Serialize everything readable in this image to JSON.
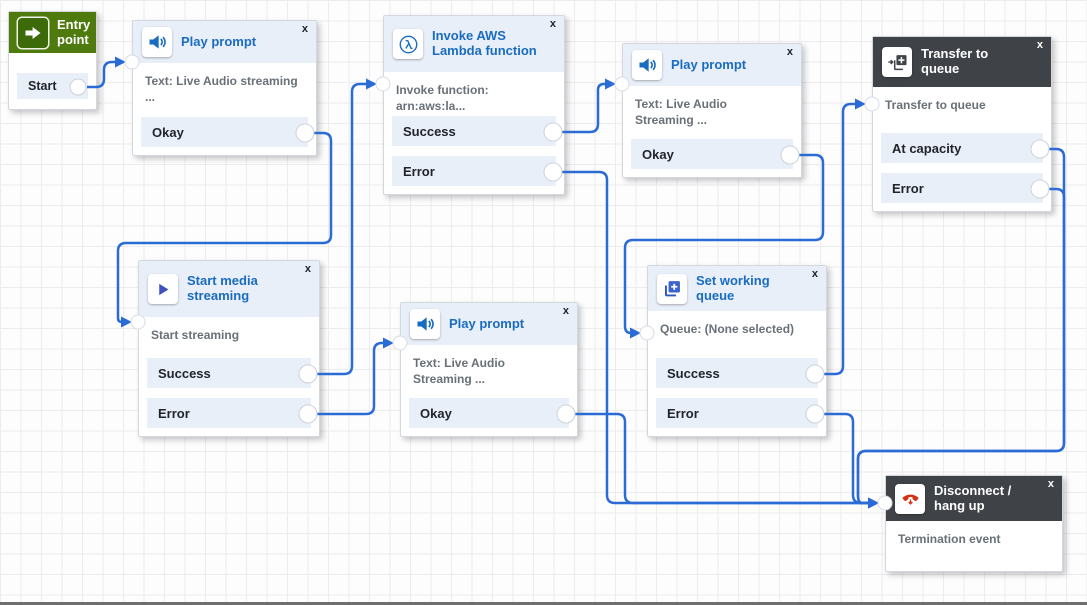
{
  "canvas": {
    "grid": true,
    "background": "#fdfdfe"
  },
  "colors": {
    "connector_blue": "#2b6bd6",
    "title_blue": "#1a6cc0",
    "header_light": "#e9eff9",
    "header_dark": "#3f4247",
    "header_green": "#4f7a0d",
    "disconnect_red": "#d13212",
    "desc_gray": "#697077"
  },
  "nodes": [
    {
      "id": "entry",
      "type": "entry-point",
      "title": "Entry point",
      "header_style": "green",
      "icon": "arrow-right-icon",
      "description": "",
      "outputs": [
        "Start"
      ],
      "closable": false,
      "close_label": ""
    },
    {
      "id": "pp1",
      "type": "play-prompt",
      "title": "Play prompt",
      "header_style": "light",
      "icon": "speaker-icon",
      "description": "Text: Live Audio streaming ...",
      "outputs": [
        "Okay"
      ],
      "closable": true,
      "close_label": "x"
    },
    {
      "id": "lambda",
      "type": "invoke-aws-lambda",
      "title": "Invoke AWS Lambda function",
      "header_style": "light",
      "icon": "lambda-icon",
      "description": "Invoke function: arn:aws:la...",
      "outputs": [
        "Success",
        "Error"
      ],
      "closable": true,
      "close_label": "x"
    },
    {
      "id": "pp_tr",
      "type": "play-prompt",
      "title": "Play prompt",
      "header_style": "light",
      "icon": "speaker-icon",
      "description": "Text: Live Audio Streaming ...",
      "outputs": [
        "Okay"
      ],
      "closable": true,
      "close_label": "x"
    },
    {
      "id": "tq",
      "type": "transfer-to-queue",
      "title": "Transfer to queue",
      "header_style": "dark",
      "icon": "transfer-queue-icon",
      "description": "Transfer to queue",
      "outputs": [
        "At capacity",
        "Error"
      ],
      "closable": true,
      "close_label": "x"
    },
    {
      "id": "sms",
      "type": "start-media-streaming",
      "title": "Start media streaming",
      "header_style": "light",
      "icon": "play-icon",
      "description": "Start streaming",
      "outputs": [
        "Success",
        "Error"
      ],
      "closable": true,
      "close_label": "x"
    },
    {
      "id": "pp_mid",
      "type": "play-prompt",
      "title": "Play prompt",
      "header_style": "light",
      "icon": "speaker-icon",
      "description": "Text: Live Audio Streaming ...",
      "outputs": [
        "Okay"
      ],
      "closable": true,
      "close_label": "x"
    },
    {
      "id": "swq",
      "type": "set-working-queue",
      "title": "Set working queue",
      "header_style": "light",
      "icon": "set-queue-icon",
      "description": "Queue: (None selected)",
      "outputs": [
        "Success",
        "Error"
      ],
      "closable": true,
      "close_label": "x"
    },
    {
      "id": "disc",
      "type": "disconnect-hang-up",
      "title": "Disconnect / hang up",
      "header_style": "dark",
      "icon": "phone-hangup-icon",
      "description": "Termination event",
      "outputs": [],
      "closable": true,
      "close_label": "x"
    }
  ],
  "connections": [
    {
      "from": "entry",
      "output": "Start",
      "to": "pp1"
    },
    {
      "from": "pp1",
      "output": "Okay",
      "to": "sms"
    },
    {
      "from": "sms",
      "output": "Success",
      "to": "lambda"
    },
    {
      "from": "sms",
      "output": "Error",
      "to": "pp_mid"
    },
    {
      "from": "lambda",
      "output": "Success",
      "to": "pp_tr"
    },
    {
      "from": "lambda",
      "output": "Error",
      "to": "disc"
    },
    {
      "from": "pp_tr",
      "output": "Okay",
      "to": "swq"
    },
    {
      "from": "swq",
      "output": "Success",
      "to": "tq"
    },
    {
      "from": "swq",
      "output": "Error",
      "to": "disc"
    },
    {
      "from": "pp_mid",
      "output": "Okay",
      "to": "disc"
    },
    {
      "from": "tq",
      "output": "At capacity",
      "to": "disc"
    },
    {
      "from": "tq",
      "output": "Error",
      "to": "disc"
    }
  ]
}
